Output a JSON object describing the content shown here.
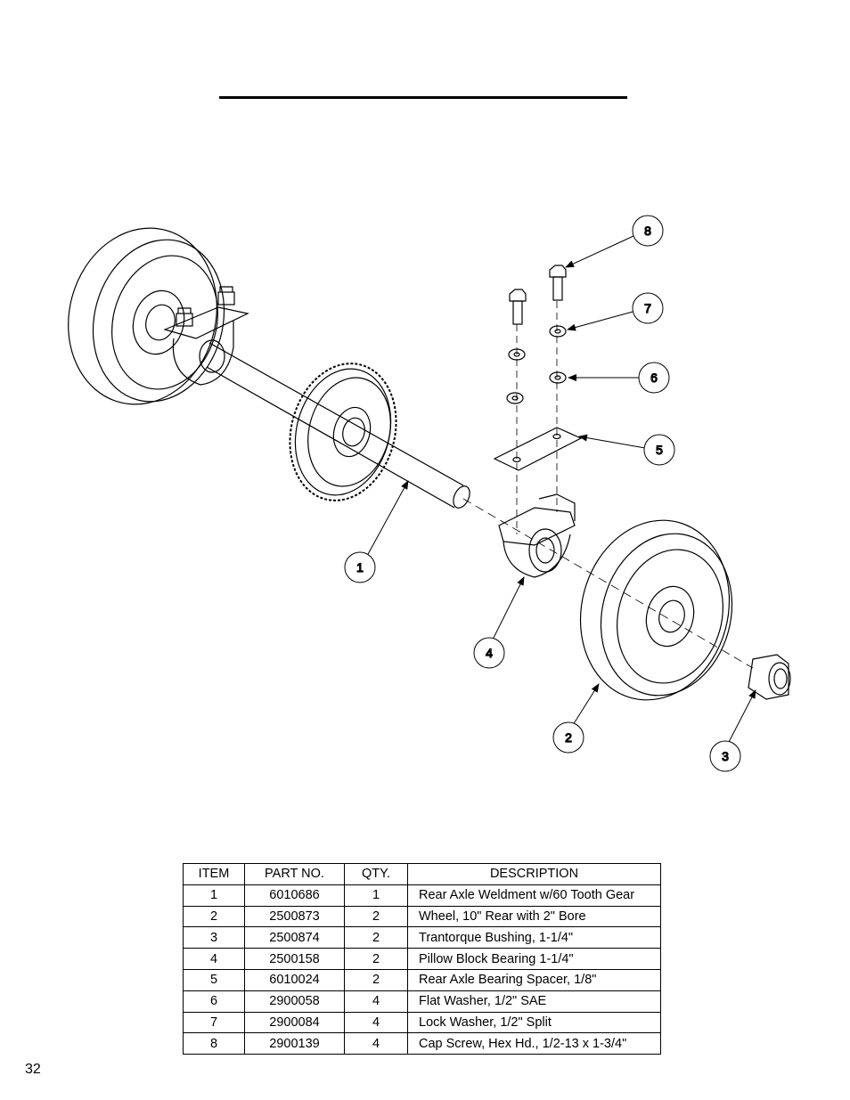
{
  "diagram": {
    "callouts": [
      "1",
      "2",
      "3",
      "4",
      "5",
      "6",
      "7",
      "8"
    ]
  },
  "table": {
    "headers": [
      "ITEM",
      "PART NO.",
      "QTY.",
      "DESCRIPTION"
    ],
    "rows": [
      {
        "item": "1",
        "part_no": "6010686",
        "qty": "1",
        "description": "Rear Axle Weldment w/60 Tooth Gear"
      },
      {
        "item": "2",
        "part_no": "2500873",
        "qty": "2",
        "description": "Wheel, 10\" Rear with 2\" Bore"
      },
      {
        "item": "3",
        "part_no": "2500874",
        "qty": "2",
        "description": "Trantorque Bushing, 1-1/4\""
      },
      {
        "item": "4",
        "part_no": "2500158",
        "qty": "2",
        "description": "Pillow Block Bearing 1-1/4\""
      },
      {
        "item": "5",
        "part_no": "6010024",
        "qty": "2",
        "description": "Rear Axle Bearing Spacer, 1/8\""
      },
      {
        "item": "6",
        "part_no": "2900058",
        "qty": "4",
        "description": "Flat Washer, 1/2\" SAE"
      },
      {
        "item": "7",
        "part_no": "2900084",
        "qty": "4",
        "description": "Lock Washer, 1/2\" Split"
      },
      {
        "item": "8",
        "part_no": "2900139",
        "qty": "4",
        "description": "Cap Screw, Hex Hd., 1/2-13 x 1-3/4\""
      }
    ]
  },
  "page_number": "32"
}
